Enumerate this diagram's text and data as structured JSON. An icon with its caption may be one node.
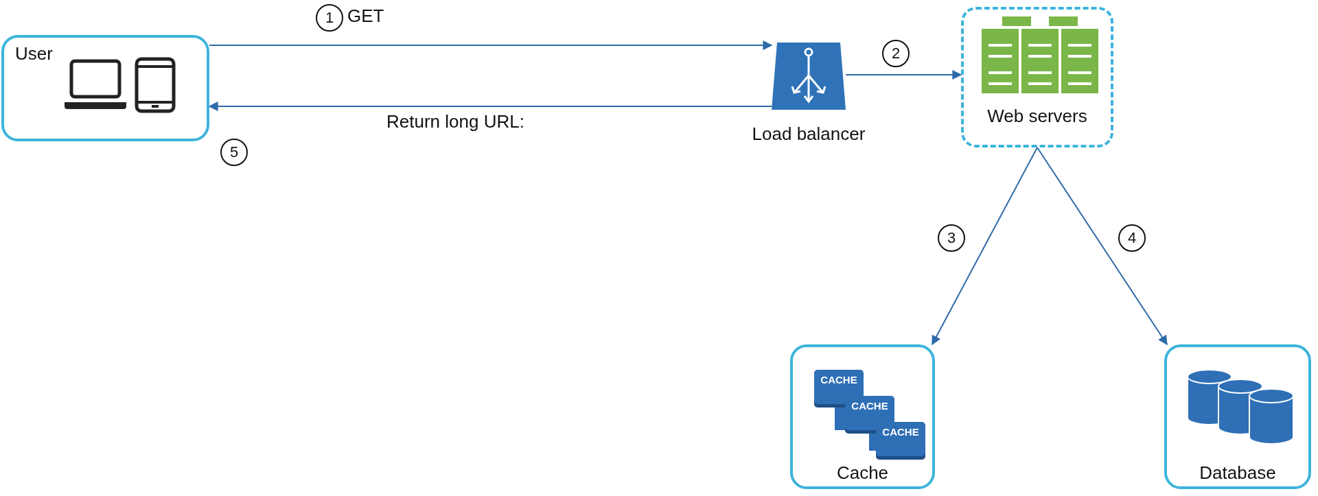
{
  "diagram": {
    "nodes": [
      {
        "text": [
          "User"
        ]
      },
      {
        "text": [],
        "shape": "picture",
        "beside": [
          "Load balancer"
        ]
      },
      {
        "text": [
          "Web servers"
        ]
      },
      {
        "text": [
          "Cache"
        ]
      },
      {
        "text": [
          "Database"
        ]
      }
    ],
    "edges": [
      {
        "from": 0,
        "to": 1,
        "arrow": "to",
        "label": "GET"
      },
      {
        "from": 1,
        "to": 2,
        "arrow": "to"
      },
      {
        "from": 2,
        "to": 3,
        "arrow": "to"
      },
      {
        "from": 2,
        "to": 4,
        "arrow": "to"
      },
      {
        "from": 1,
        "to": 0,
        "arrow": "to",
        "label": "Return long URL:"
      }
    ],
    "labels": [
      "1",
      "2",
      "5",
      "3",
      "4",
      "CACHE",
      "CACHE",
      "CACHE"
    ]
  }
}
